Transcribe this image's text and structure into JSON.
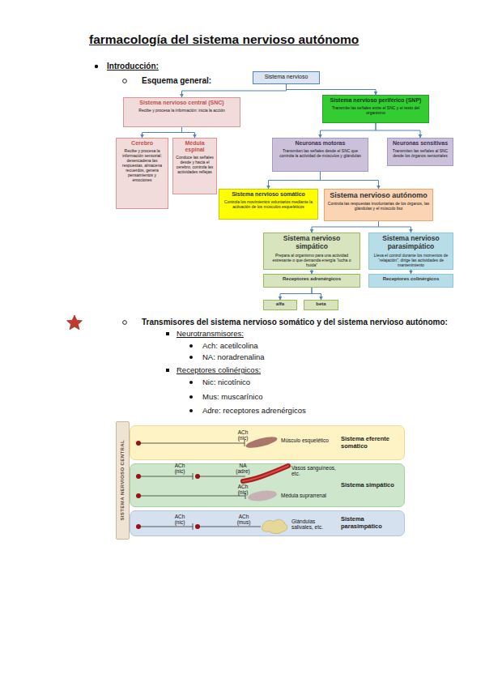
{
  "diagram": {
    "title": "farmacología del sistema nervioso autónomo",
    "nodes": [
      {
        "text": [
          "Sistema nervioso"
        ]
      },
      {
        "text": [
          "Sistema nervioso central (SNC)",
          "Recibe y procesa la información: inicia la acción"
        ]
      },
      {
        "text": [
          "Sistema nervioso periférico (SNP)",
          "Transmite las señales entre el SNC y el resto del organismo"
        ]
      },
      {
        "text": [
          "Cerebro",
          "Recibe y procesa la información sensorial: desencadena las respuestas, almacena recuerdos, genera pensamientos y emociones"
        ]
      },
      {
        "text": [
          "Médula espinal",
          "Conduce las señales desde y hacia el cerebro, controla las actividades reflejas"
        ]
      },
      {
        "text": [
          "Neuronas motoras",
          "Transmiten las señales desde el SNC que controla la actividad de músculos y glándulas"
        ]
      },
      {
        "text": [
          "Neuronas sensitivas",
          "Transmiten las señales al SNC desde los órganos sensoriales"
        ]
      },
      {
        "text": [
          "Sistema nervioso somático",
          "Controla los movimientos voluntarios mediante la activación de los músculos esqueléticos"
        ]
      },
      {
        "text": [
          "Sistema nervioso autónomo",
          "Controla las respuestas involuntarias de los órganos, las glándulas y el músculo liso"
        ]
      },
      {
        "text": [
          "Sistema nervioso simpático",
          "Prepara al organismo para una actividad estresante o que demanda energía “lucha o huida”"
        ]
      },
      {
        "text": [
          "Sistema nervioso parasimpático",
          "Lleva el control durante los momentos de “relajación”, dirige las actividades de mantenimiento"
        ]
      },
      {
        "text": [
          "Receptores adrenérgicos"
        ]
      },
      {
        "text": [
          "Receptores colinérgicos"
        ]
      },
      {
        "text": [
          "alfa"
        ]
      },
      {
        "text": [
          "beta"
        ]
      },
      {
        "text": [
          "SISTEMA NERVIOSO CENTRAL"
        ]
      },
      {
        "text": [
          "Sistema eferente somático"
        ]
      },
      {
        "text": [
          "Sistema simpático"
        ]
      },
      {
        "text": [
          "Sistema parasimpático"
        ]
      }
    ],
    "edges": [
      {
        "from": 0,
        "to": 1,
        "arrow": "to"
      },
      {
        "from": 0,
        "to": 2,
        "arrow": "to"
      },
      {
        "from": 1,
        "to": 3,
        "arrow": "to"
      },
      {
        "from": 1,
        "to": 4,
        "arrow": "to"
      },
      {
        "from": 2,
        "to": 5,
        "arrow": "to"
      },
      {
        "from": 2,
        "to": 6,
        "arrow": "to"
      },
      {
        "from": 5,
        "to": 7,
        "arrow": "to"
      },
      {
        "from": 5,
        "to": 8,
        "arrow": "to"
      },
      {
        "from": 8,
        "to": 9,
        "arrow": "to"
      },
      {
        "from": 8,
        "to": 10,
        "arrow": "to"
      },
      {
        "from": 9,
        "to": 11,
        "arrow": "to"
      },
      {
        "from": 10,
        "to": 12,
        "arrow": "to"
      },
      {
        "from": 11,
        "to": 13,
        "arrow": "to"
      },
      {
        "from": 11,
        "to": 14,
        "arrow": "to"
      }
    ],
    "labels": [
      "Introducción:",
      "Esquema general:",
      "Transmisores del sistema nervioso somático y del sistema nervioso autónomo:",
      "Neurotransmisores:",
      "Ach: acetilcolina",
      "NA: noradrenalina",
      "Receptores colinérgicos:",
      "Nic: nicotínico",
      "Mus: muscarínico",
      "Adre: receptores adrenérgicos",
      "ACh (nic)",
      "Músculo esquelético",
      "ACh (nic)",
      "NA (adre)",
      "Vasos sanguíneos, etc.",
      "ACh (nic)",
      "Médula suprarrenal",
      "ACh (nic)",
      "ACh (mus)",
      "Glándulas salivales, etc."
    ]
  }
}
